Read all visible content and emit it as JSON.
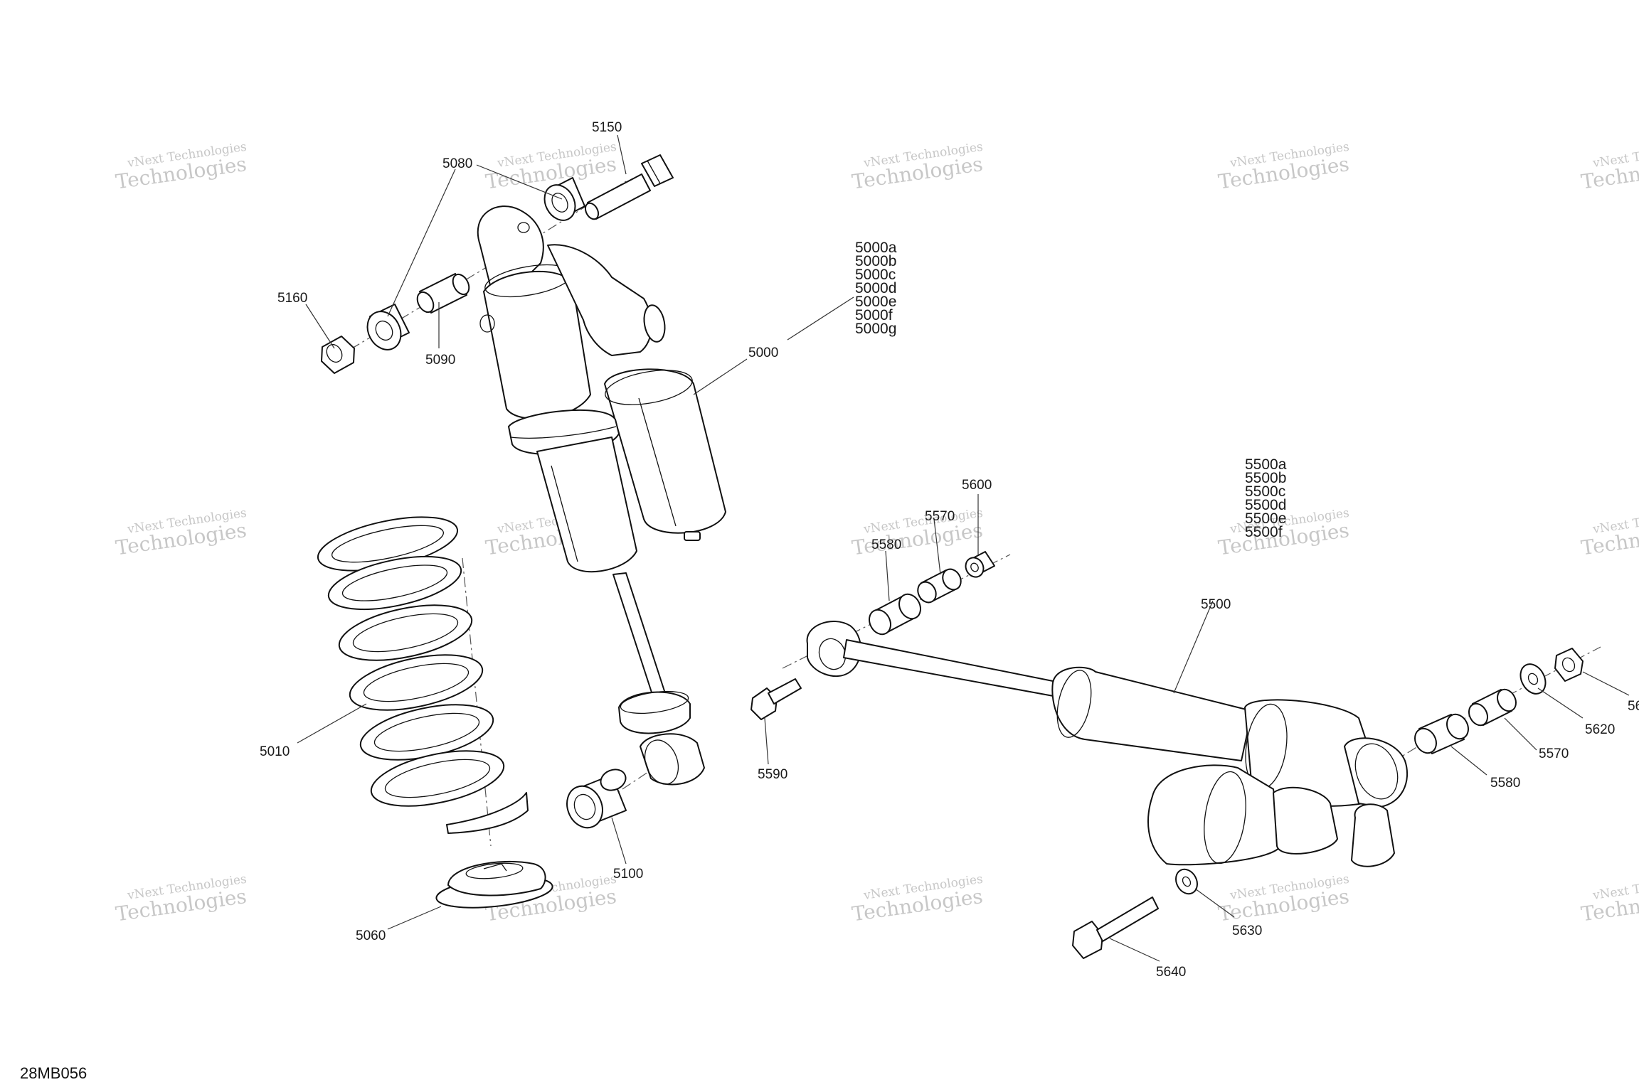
{
  "watermark": {
    "line1": "vNext Technologies",
    "line2": "Technologies",
    "line3": "vNext"
  },
  "figure_code": "28MB056",
  "callouts": {
    "c5150": "5150",
    "c5080": "5080",
    "c5160": "5160",
    "c5090": "5090",
    "c5000": "5000",
    "c5000_variants": [
      "5000a",
      "5000b",
      "5000c",
      "5000d",
      "5000e",
      "5000f",
      "5000g"
    ],
    "c5010": "5010",
    "c5060": "5060",
    "c5100": "5100",
    "c5600": "5600",
    "c5570a": "5570",
    "c5580a": "5580",
    "c5590": "5590",
    "c5500": "5500",
    "c5500_variants": [
      "5500a",
      "5500b",
      "5500c",
      "5500d",
      "5500e",
      "5500f"
    ],
    "c5610": "56",
    "c5620": "5620",
    "c5570b": "5570",
    "c5580b": "5580",
    "c5630": "5630",
    "c5640": "5640"
  }
}
